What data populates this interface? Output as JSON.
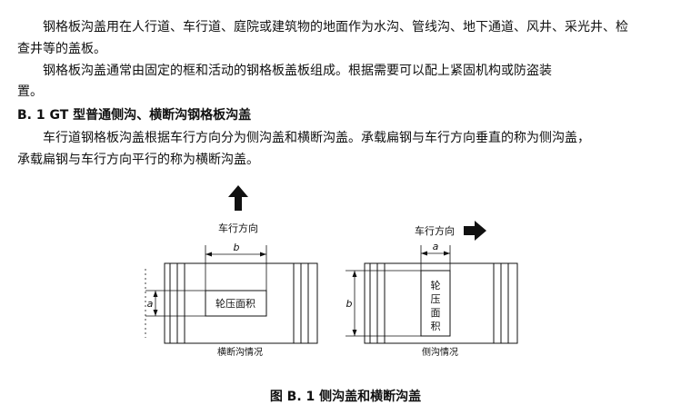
{
  "paragraphs": {
    "p1_line1": "钢格板沟盖用在人行道、车行道、庭院或建筑物的地面作为水沟、管线沟、地下通道、风井、采光井、检",
    "p1_line2": "查井等的盖板。",
    "p2_line1": "钢格板沟盖通常由固定的框和活动的钢格板盖板组成。根据需要可以配上紧固机构或防盗装",
    "p2_line2": "置。",
    "section_heading": "B. 1   GT 型普通侧沟、横断沟钢格板沟盖",
    "p3_line1": "车行道钢格板沟盖根据车行方向分为侧沟盖和横断沟盖。承载扁钢与车行方向垂直的称为侧沟盖，",
    "p3_line2": "承载扁钢与车行方向平行的称为横断沟盖。"
  },
  "figure": {
    "left_diagram": {
      "direction_label": "车行方向",
      "direction_arrow_icon": "arrow-up-icon",
      "dim_b": "b",
      "dim_a": "a",
      "wheel_area_label": "轮压面积",
      "caption": "横断沟情况"
    },
    "right_diagram": {
      "direction_label": "车行方向",
      "direction_arrow_icon": "arrow-right-icon",
      "dim_a": "a",
      "dim_b": "b",
      "wheel_area_chars": [
        "轮",
        "压",
        "面",
        "积"
      ],
      "caption": "侧沟情况"
    },
    "caption": "图 B. 1   侧沟盖和横断沟盖"
  }
}
